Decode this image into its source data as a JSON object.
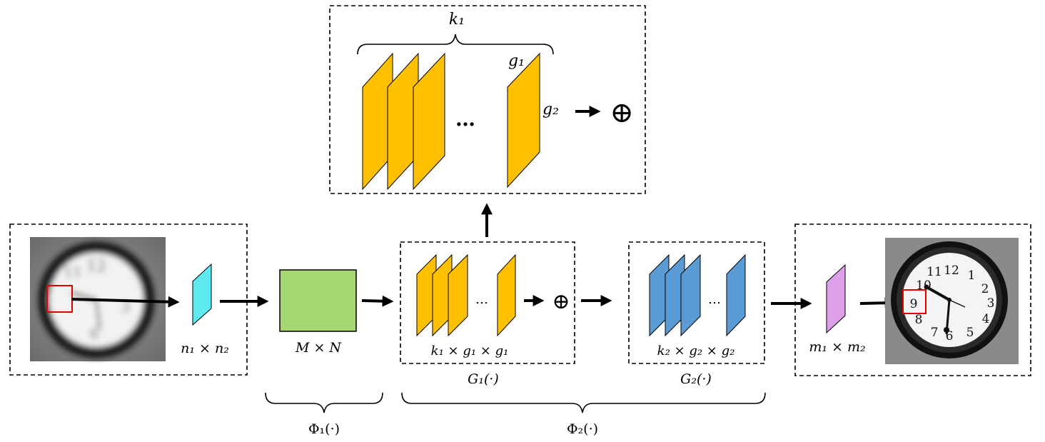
{
  "colors": {
    "orange_filter": "#FFC000",
    "blue_filter": "#5B9BD5",
    "cyan_patch": "#5EE8F0",
    "green_map": "#A5D672",
    "pink_patch": "#DDA0E8",
    "highlight_box": "#E00000"
  },
  "labels": {
    "input_patch": "n₁ × n₂",
    "feature_map": "M × N",
    "g1_filters": "k₁ × g₁ × g₁",
    "g2_filters": "k₂ × g₂ × g₂",
    "output_patch": "m₁ × m₂",
    "g1_stage": "G₁(·)",
    "g2_stage": "G₂(·)",
    "phi1": "Φ₁(·)",
    "phi2": "Φ₂(·)",
    "detail_count": "k₁",
    "detail_width": "g₁",
    "detail_height": "g₂",
    "ellipsis": "…",
    "sum_symbol": "⊕"
  },
  "images": {
    "input": "blurred-clock-image",
    "output": "sharp-clock-image"
  },
  "clock_numbers": [
    "12",
    "1",
    "2",
    "3",
    "4",
    "5",
    "6",
    "7",
    "8",
    "9",
    "10",
    "11"
  ]
}
